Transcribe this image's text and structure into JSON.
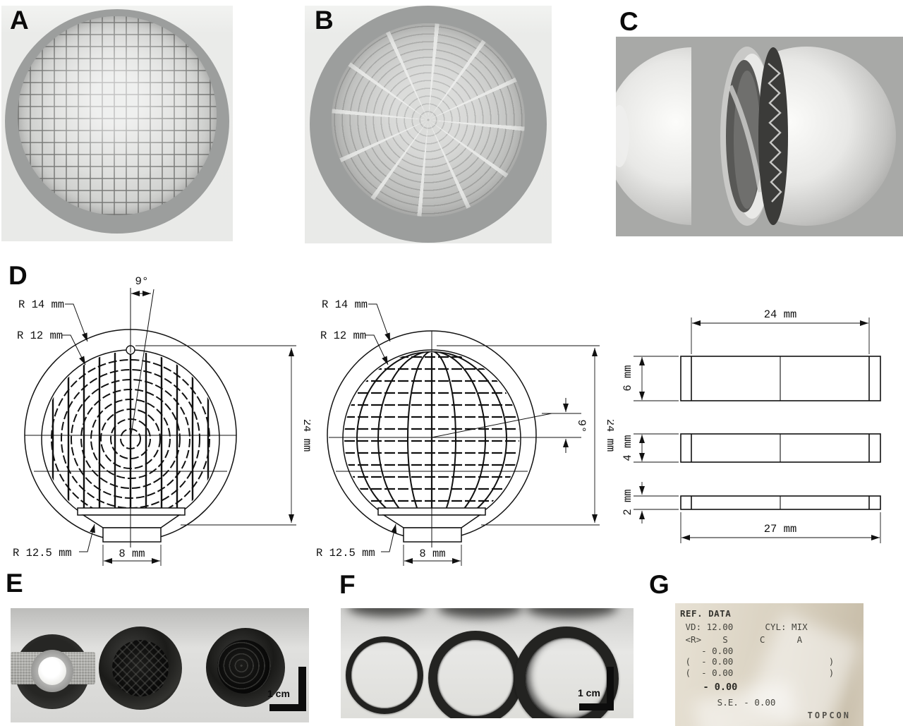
{
  "panel_labels": {
    "a": "A",
    "b": "B",
    "c": "C",
    "d": "D",
    "e": "E",
    "f": "F",
    "g": "G"
  },
  "drawing_front_left": {
    "angle": "9°",
    "r_outer": "R 14 mm",
    "r_mid": "R 12 mm",
    "r_base": "R 12.5 mm",
    "diameter": "24 mm",
    "base_width": "8 mm"
  },
  "drawing_front_right": {
    "angle": "9°",
    "r_outer": "R 14 mm",
    "r_mid": "R 12 mm",
    "r_base": "R 12.5 mm",
    "diameter": "24 mm",
    "base_width": "8 mm"
  },
  "drawing_rings": {
    "inner_width": "24 mm",
    "outer_width": "27 mm",
    "ring_heights": [
      "6 mm",
      "4 mm",
      "2 mm"
    ]
  },
  "photo_e": {
    "scale_bar": "1 cm"
  },
  "photo_f": {
    "scale_bar": "1 cm"
  },
  "receipt": {
    "lines": [
      "REF. DATA",
      " VD: 12.00      CYL: MIX",
      " <R>    S      C      A",
      "    - 0.00",
      " (  - 0.00                  )",
      " (  - 0.00                  )",
      "    - 0.00",
      "       S.E. - 0.00"
    ],
    "brand": "TOPCON"
  },
  "colors": {
    "line_art": "#111111",
    "render_background": "#e9eae8",
    "render_disc": "#9c9e9d",
    "photo_object_black": "#161614",
    "receipt_paper": "#d8d0bf"
  }
}
